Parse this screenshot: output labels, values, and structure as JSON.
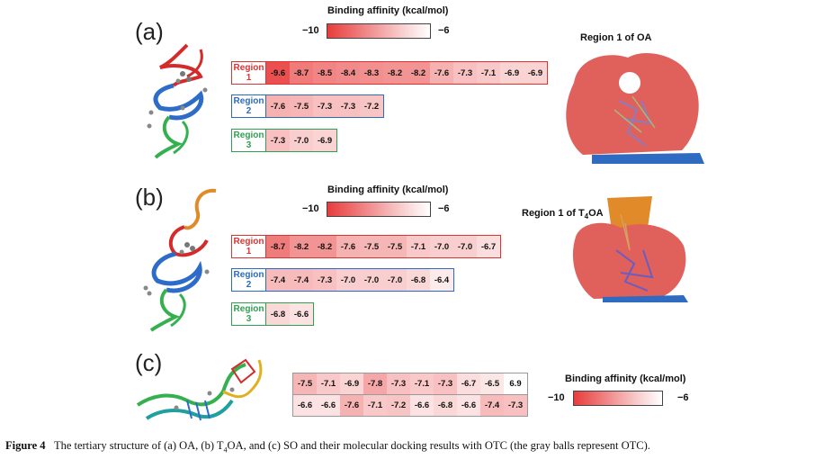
{
  "legend": {
    "title": "Binding affinity (kcal/mol)",
    "min_label": "−10",
    "max_label": "−6",
    "min_value": -10,
    "max_value": -6
  },
  "panel_a": {
    "label": "(a)",
    "region_title": "Region 1 of OA",
    "rows": [
      {
        "label_line1": "Region",
        "label_line2": "1",
        "color": "red",
        "values": [
          "-9.6",
          "-8.7",
          "-8.5",
          "-8.4",
          "-8.3",
          "-8.2",
          "-8.2",
          "-7.6",
          "-7.3",
          "-7.1",
          "-6.9",
          "-6.9"
        ]
      },
      {
        "label_line1": "Region",
        "label_line2": "2",
        "color": "blue",
        "values": [
          "-7.6",
          "-7.5",
          "-7.3",
          "-7.3",
          "-7.2"
        ]
      },
      {
        "label_line1": "Region",
        "label_line2": "3",
        "color": "green",
        "values": [
          "-7.3",
          "-7.0",
          "-6.9"
        ]
      }
    ]
  },
  "panel_b": {
    "label": "(b)",
    "region_title_pre": "Region 1 of T",
    "region_title_sub": "4",
    "region_title_post": "OA",
    "rows": [
      {
        "label_line1": "Region",
        "label_line2": "1",
        "color": "red",
        "values": [
          "-8.7",
          "-8.2",
          "-8.2",
          "-7.6",
          "-7.5",
          "-7.5",
          "-7.1",
          "-7.0",
          "-7.0",
          "-6.7"
        ]
      },
      {
        "label_line1": "Region",
        "label_line2": "2",
        "color": "blue",
        "values": [
          "-7.4",
          "-7.4",
          "-7.3",
          "-7.0",
          "-7.0",
          "-7.0",
          "-6.8",
          "-6.4"
        ]
      },
      {
        "label_line1": "Region",
        "label_line2": "3",
        "color": "green",
        "values": [
          "-6.8",
          "-6.6"
        ]
      }
    ]
  },
  "panel_c": {
    "label": "(c)",
    "rows": [
      [
        "-7.5",
        "-7.1",
        "-6.9",
        "-7.8",
        "-7.3",
        "-7.1",
        "-7.3",
        "-6.7",
        "-6.5",
        "6.9"
      ],
      [
        "-6.6",
        "-6.6",
        "-7.6",
        "-7.1",
        "-7.2",
        "-6.6",
        "-6.8",
        "-6.6",
        "-7.4",
        "-7.3"
      ]
    ]
  },
  "caption": {
    "figure_label": "Figure 4",
    "text_1": "The tertiary structure of (a) OA, (b) T",
    "text_sub": "4",
    "text_2": "OA, and (c) SO and their molecular docking results with OTC (the gray balls represent OTC)."
  }
}
